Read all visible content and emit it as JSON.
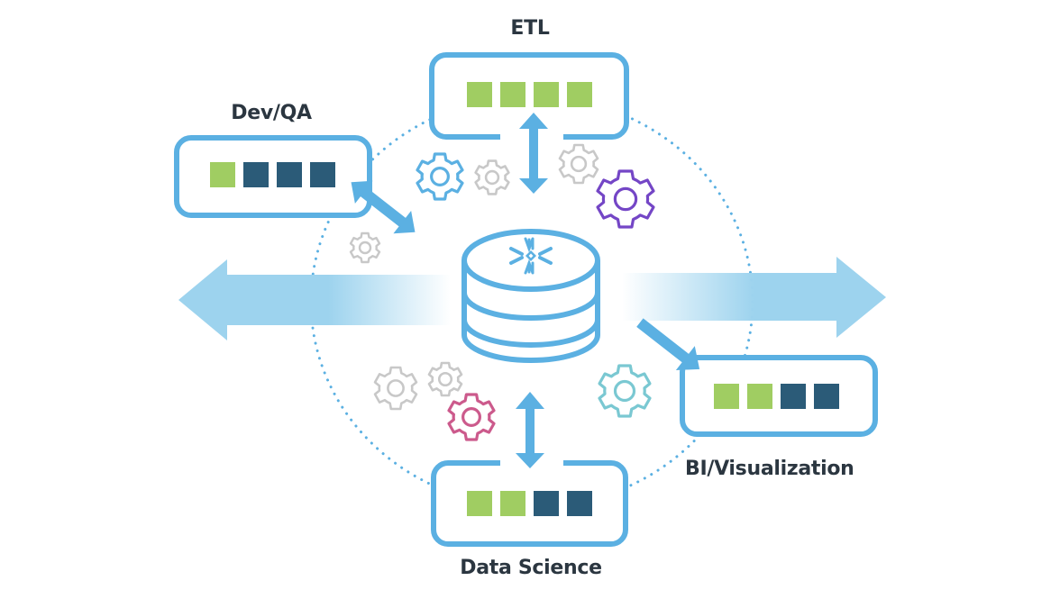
{
  "diagram": {
    "title": "Data workloads around a central Snowflake database",
    "colors": {
      "primary_blue": "#5bb0e2",
      "flow_arrow_blue": "#9dd3ee",
      "green_block": "#a0cd62",
      "dark_block": "#2b5b78",
      "label_text": "#2b3640",
      "gear_gray": "#c8c8c8",
      "gear_blue": "#5bb0e2",
      "gear_purple": "#7446c6",
      "gear_pink": "#cc5a8c",
      "gear_teal": "#7ac8d2"
    },
    "center": {
      "name": "Snowflake database",
      "icon": "snowflake-database-icon"
    },
    "nodes": [
      {
        "id": "etl",
        "label": "ETL",
        "blocks": [
          "green",
          "green",
          "green",
          "green"
        ]
      },
      {
        "id": "devqa",
        "label": "Dev/QA",
        "blocks": [
          "green",
          "dark",
          "dark",
          "dark"
        ]
      },
      {
        "id": "bi",
        "label": "BI/Visualization",
        "blocks": [
          "green",
          "green",
          "dark",
          "dark"
        ]
      },
      {
        "id": "ds",
        "label": "Data Science",
        "blocks": [
          "green",
          "green",
          "dark",
          "dark"
        ]
      }
    ],
    "connections": [
      {
        "from": "center",
        "to": "etl",
        "direction": "both"
      },
      {
        "from": "center",
        "to": "devqa",
        "direction": "both"
      },
      {
        "from": "center",
        "to": "ds",
        "direction": "both"
      },
      {
        "from": "center",
        "to": "bi",
        "direction": "to"
      }
    ],
    "flows": [
      {
        "id": "flow-left",
        "direction": "left"
      },
      {
        "id": "flow-right",
        "direction": "right"
      }
    ],
    "gears": [
      {
        "id": "gear-blue",
        "color": "blue"
      },
      {
        "id": "gear-gray-1",
        "color": "gray"
      },
      {
        "id": "gear-gray-2",
        "color": "gray"
      },
      {
        "id": "gear-purple",
        "color": "purple"
      },
      {
        "id": "gear-gray-3",
        "color": "gray"
      },
      {
        "id": "gear-gray-4",
        "color": "gray"
      },
      {
        "id": "gear-gray-5",
        "color": "gray"
      },
      {
        "id": "gear-pink",
        "color": "pink"
      },
      {
        "id": "gear-teal",
        "color": "teal"
      }
    ]
  }
}
